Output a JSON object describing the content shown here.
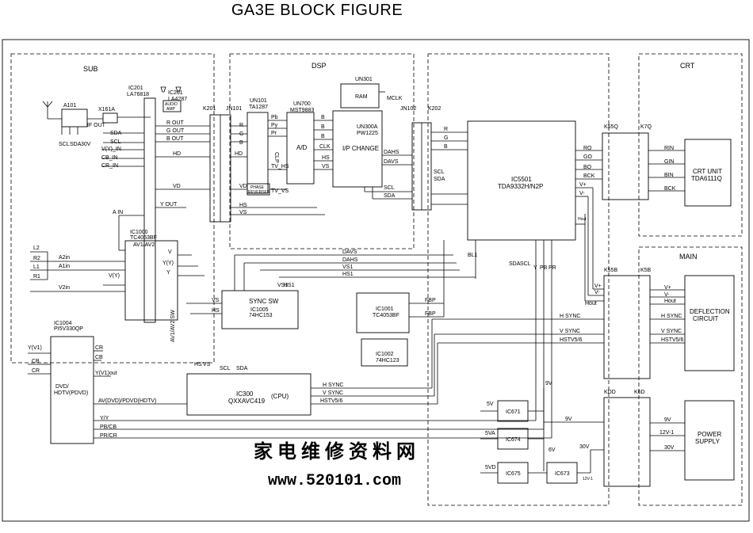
{
  "title": "GA3E BLOCK FIGURE",
  "sections": {
    "sub": "SUB",
    "dsp": "DSP",
    "crt": "CRT",
    "main": "MAIN"
  },
  "chips": {
    "ic201": [
      "IC201",
      "LA76818"
    ],
    "ic201b": [
      "IC201",
      "LA4287"
    ],
    "audio_amp": [
      "AUDIO",
      "AMP"
    ],
    "a101": "A101",
    "x161a": "X161A",
    "ic1000": [
      "IC1000",
      "TC4053BF",
      "AV1/AV2"
    ],
    "ic1004": [
      "IC1004",
      "PI5V330QP"
    ],
    "dvd": [
      "DVD/",
      "HDTV(PDVD)"
    ],
    "un101": [
      "UN101",
      "TA1287"
    ],
    "un700": [
      "UN700",
      "MST9883"
    ],
    "un301": "UN301",
    "ram": "RAM",
    "un300a": [
      "UN300A",
      "PW1225"
    ],
    "ip_change": "I/P CHANGE",
    "ad": "A/D",
    "phase": [
      "PHASE",
      "REVERSER"
    ],
    "ic5501": [
      "IC5501",
      "TDA9332H/N2P"
    ],
    "ic1005": [
      "SYNC SW",
      "IC1005",
      "74HC153"
    ],
    "ic1001": [
      "IC1001",
      "TC4053BF"
    ],
    "ic1002": [
      "IC1002",
      "74HC123"
    ],
    "ic300": [
      "IC300",
      "QXXAVC419",
      "(CPU)"
    ],
    "crt_unit": [
      "CRT UNIT",
      "TDA6111Q"
    ],
    "deflection": [
      "DEFLECTION",
      "CIRCUIT"
    ],
    "power": [
      "POWER",
      "SUPPLY"
    ],
    "ic671": "IC671",
    "ic674": "IC674",
    "ic675": "IC675",
    "ic673": "IC673"
  },
  "connectors": {
    "k201": "K201",
    "jn101": "JN101",
    "jn102": "JN102",
    "k202": "K202",
    "k55q": "K55Q",
    "k7q": "K7Q",
    "k55b": "K55B",
    "k5b": "K5B",
    "kdd": "KDD",
    "k6d": "K6D"
  },
  "signals": {
    "scl": "SCL",
    "sda": "SDA",
    "v30": "30V",
    "if_out": "IF OUT",
    "sda_in": "SDA",
    "scl_in": "SCL",
    "vy_in": "V(Y)_IN",
    "cb_in": "CB_IN",
    "cr_in": "CR_IN",
    "r_out": "R OUT",
    "g_out": "G OUT",
    "b_out": "B OUT",
    "hd": "HD",
    "vd": "VD",
    "a_in": "A IN",
    "y_out": "Y OUT",
    "l2": "L2",
    "r2": "R2",
    "l1": "L1",
    "r1": "R1",
    "a2in": "A2in",
    "a1in": "A1in",
    "vy": "V(Y)",
    "v2in": "V2in",
    "v": "V",
    "yy": "Y(Y)",
    "y": "Y",
    "vs": "VS",
    "hs": "HS",
    "av1av2sw": "AV1/AV2 SW",
    "davs": "DAVS",
    "dahs": "DAHS",
    "vs1": "VS1",
    "hs1": "HS1",
    "cr": "CR",
    "cb": "CB",
    "yv1": "Y(V1)",
    "yv1out": "Y(V1)out",
    "av_dvd": "AV(DVD)/PDVD(HDTV)",
    "yy2": "Y/Y",
    "pbcb": "PB/CB",
    "prcr": "PR/CR",
    "r": "R",
    "g": "G",
    "b": "B",
    "pb": "Pb",
    "pr": "Pr",
    "pyt": "Py",
    "clp": "CLP",
    "tv_hs": "TV_HS",
    "tv_vs": "TV_VS",
    "clk": "CLK",
    "mclk": "MCLK",
    "scl2": "SCL",
    "sda2": "SDA",
    "ro": "RO",
    "go": "GO",
    "bo": "BO",
    "bck": "BCK",
    "vplus": "V+",
    "vminus": "V-",
    "rin": "RIN",
    "gin": "GIN",
    "bin": "BIN",
    "bck2": "BCK",
    "hout": "Hout",
    "bl1": "BL1",
    "fbp": "FBP",
    "hsync": "H SYNC",
    "vsync": "V SYNC",
    "hstv": "HSTV5/6",
    "sda3": "SDA",
    "scl3": "SCL",
    "y2": "Y",
    "pb2": "PB",
    "pr2": "PR",
    "v9": "9V",
    "v5": "5V",
    "v5a": "5VA",
    "v5d": "5VD",
    "v6": "6V",
    "v30b": "30V",
    "v12": "12V-1",
    "v12b": "12V-1"
  },
  "watermark": {
    "cn": "家电维修资料网",
    "url": "www.520101.com"
  }
}
